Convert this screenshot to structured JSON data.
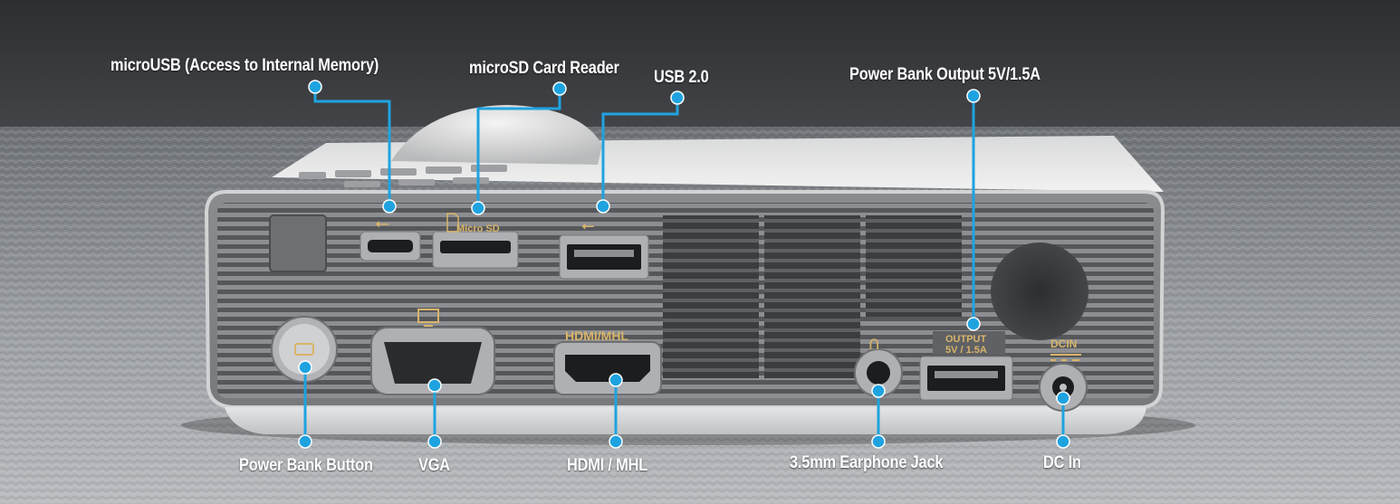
{
  "image": {
    "subject": "Rear panel of a portable LED projector with labeled ports",
    "accent_color": "#1fa3e0",
    "panel_print_color": "#d8b46a",
    "background": {
      "top": "#2a2b2e",
      "floor": "#8e9296"
    }
  },
  "callouts": [
    {
      "id": "microusb",
      "label": "microUSB (Access to Internal Memory)"
    },
    {
      "id": "microsd",
      "label": "microSD Card Reader"
    },
    {
      "id": "usb",
      "label": "USB 2.0"
    },
    {
      "id": "powerbank_output",
      "label": "Power Bank Output 5V/1.5A"
    },
    {
      "id": "powerbank_button",
      "label": "Power Bank Button"
    },
    {
      "id": "vga",
      "label": "VGA"
    },
    {
      "id": "hdmi",
      "label": "HDMI / MHL"
    },
    {
      "id": "earphone",
      "label": "3.5mm Earphone Jack"
    },
    {
      "id": "dcin",
      "label": "DC In"
    }
  ],
  "panel_prints": {
    "microsd": "Micro SD",
    "hdmi": "HDMI/MHL",
    "output_line1": "OUTPUT",
    "output_line2": "5V / 1.5A",
    "dcin": "DCIN"
  }
}
